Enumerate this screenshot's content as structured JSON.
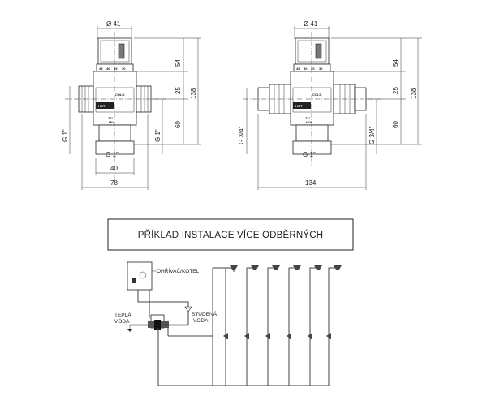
{
  "valve_left": {
    "dim_diameter": "Ø 41",
    "dim_height_top": "54",
    "dim_height_mid": "25",
    "dim_height_total": "138",
    "dim_height_bottom": "60",
    "port_left": "G 1\"",
    "port_right": "G 1\"",
    "port_bottom": "G 1\"",
    "dim_width_inner": "40",
    "dim_width_outer": "78",
    "label_cold": "COLD",
    "label_hot": "HOT",
    "label_mix": "MIX"
  },
  "valve_right": {
    "dim_diameter": "Ø 41",
    "dim_height_top": "54",
    "dim_height_mid": "25",
    "dim_height_total": "138",
    "dim_height_bottom": "60",
    "port_left": "G 3/4\"",
    "port_right": "G 3/4\"",
    "port_bottom": "G 1\"",
    "dim_width_outer": "134",
    "label_cold": "COLD",
    "label_hot": "HOT",
    "label_mix": "MIX"
  },
  "install": {
    "title": "PŘÍKLAD INSTALACE VÍCE ODBĚRNÝCH",
    "boiler_label": "OHŘÍVAČ/KOTEL",
    "hot_water_label_1": "TEPLÁ",
    "hot_water_label_2": "VODA",
    "cold_water_label_1": "STUDENÁ",
    "cold_water_label_2": "VODA",
    "outlets_count_shown": 6
  }
}
